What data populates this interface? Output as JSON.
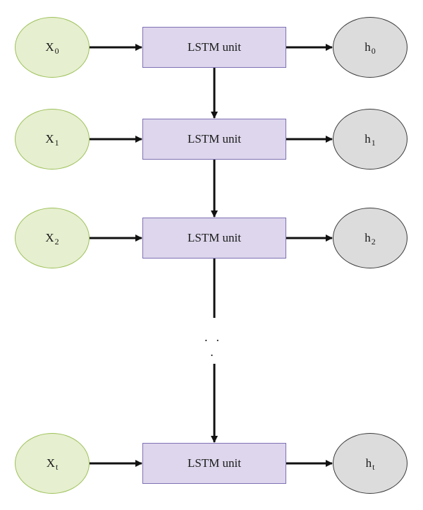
{
  "diagram": {
    "rows": [
      {
        "input": {
          "base": "X",
          "sub": "0"
        },
        "unit_label": "LSTM unit",
        "output": {
          "base": "h",
          "sub": "0"
        }
      },
      {
        "input": {
          "base": "X",
          "sub": "1"
        },
        "unit_label": "LSTM unit",
        "output": {
          "base": "h",
          "sub": "1"
        }
      },
      {
        "input": {
          "base": "X",
          "sub": "2"
        },
        "unit_label": "LSTM unit",
        "output": {
          "base": "h",
          "sub": "2"
        }
      },
      {
        "input": {
          "base": "X",
          "sub": "t"
        },
        "unit_label": "LSTM unit",
        "output": {
          "base": "h",
          "sub": "t"
        }
      }
    ],
    "ellipsis": "· · ·"
  },
  "colors": {
    "input_fill": "#e6efcf",
    "input_border": "#9dc15a",
    "unit_fill": "#ddd6ec",
    "unit_border": "#7f71b3",
    "output_fill": "#dcdcdc",
    "output_border": "#3a3a3a",
    "arrow": "#111111"
  }
}
